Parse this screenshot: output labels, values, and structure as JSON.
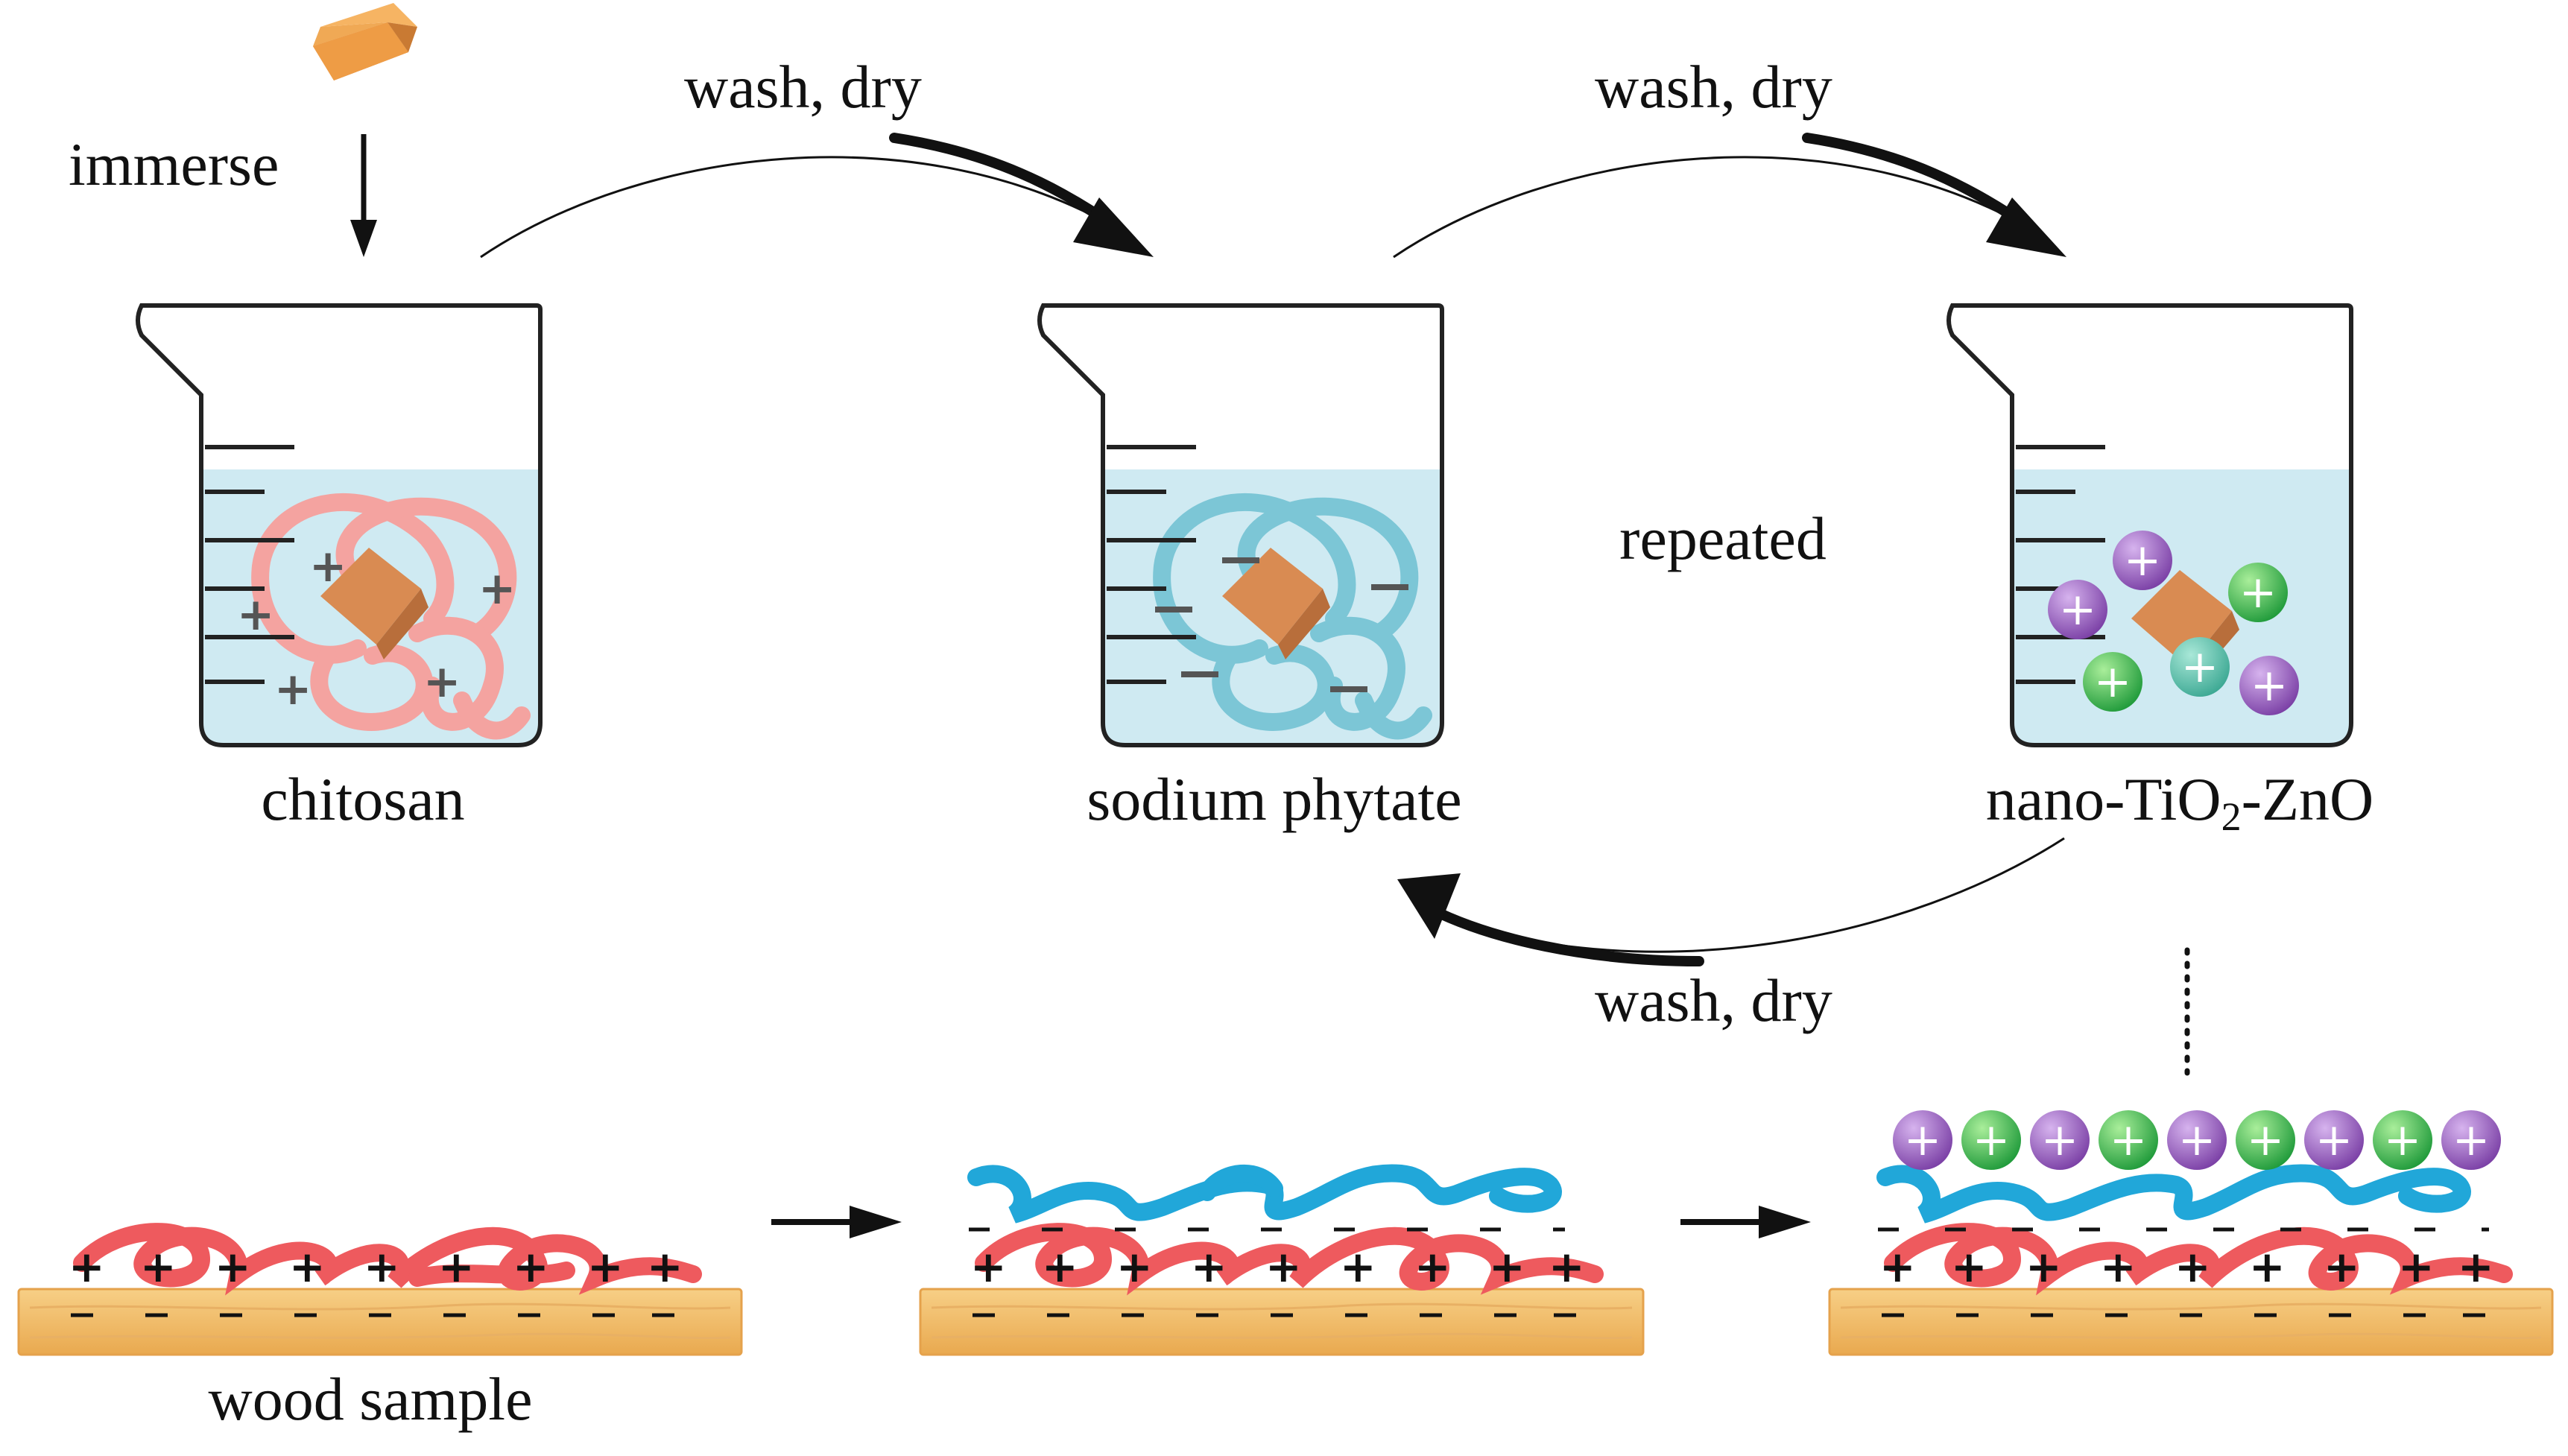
{
  "labels": {
    "immerse": "immerse",
    "wash_dry_1": "wash, dry",
    "wash_dry_2": "wash, dry",
    "wash_dry_3": "wash, dry",
    "repeated": "repeated",
    "beaker_1": "chitosan",
    "beaker_2": "sodium phytate",
    "beaker_3_main": "nano-TiO",
    "beaker_3_sub": "2",
    "beaker_3_end": "-ZnO",
    "wood_sample": "wood sample"
  },
  "colors": {
    "chitosan": "#f4a3a0",
    "chitosan_layer": "#ee5a5e",
    "phytate": "#7cc6d6",
    "phytate_layer": "#21a7d9",
    "liquid": "#cfeaf2",
    "wood": "#f2bd6a",
    "wood_block": "#dc9a5e",
    "tio2_particle": "#8e5bb5",
    "zno_particle": "#36b34a",
    "arrow": "#111111"
  },
  "icons": {
    "wood_chip": "orange-wood-chip-icon",
    "beaker": "beaker-icon",
    "particle": "charged-particle-icon"
  }
}
